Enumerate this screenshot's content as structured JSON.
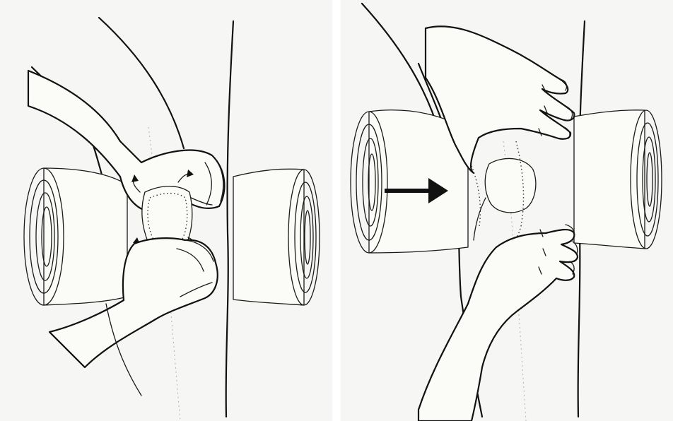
{
  "figure": {
    "panels": [
      {
        "id": "left",
        "elements": [
          "torso",
          "left-arm",
          "right-arm",
          "left-pad",
          "right-pad",
          "hand-upper",
          "hand-lower",
          "wound-dressing",
          "curl-arrows"
        ]
      },
      {
        "id": "right",
        "elements": [
          "torso",
          "left-arm",
          "right-arm",
          "left-pad",
          "right-pad",
          "hand-upper",
          "hand-lower",
          "wound-dressing",
          "direction-arrow"
        ]
      }
    ],
    "colors": {
      "ink": "#111111",
      "paper": "#f6f6f4",
      "accent": "#111111"
    }
  }
}
